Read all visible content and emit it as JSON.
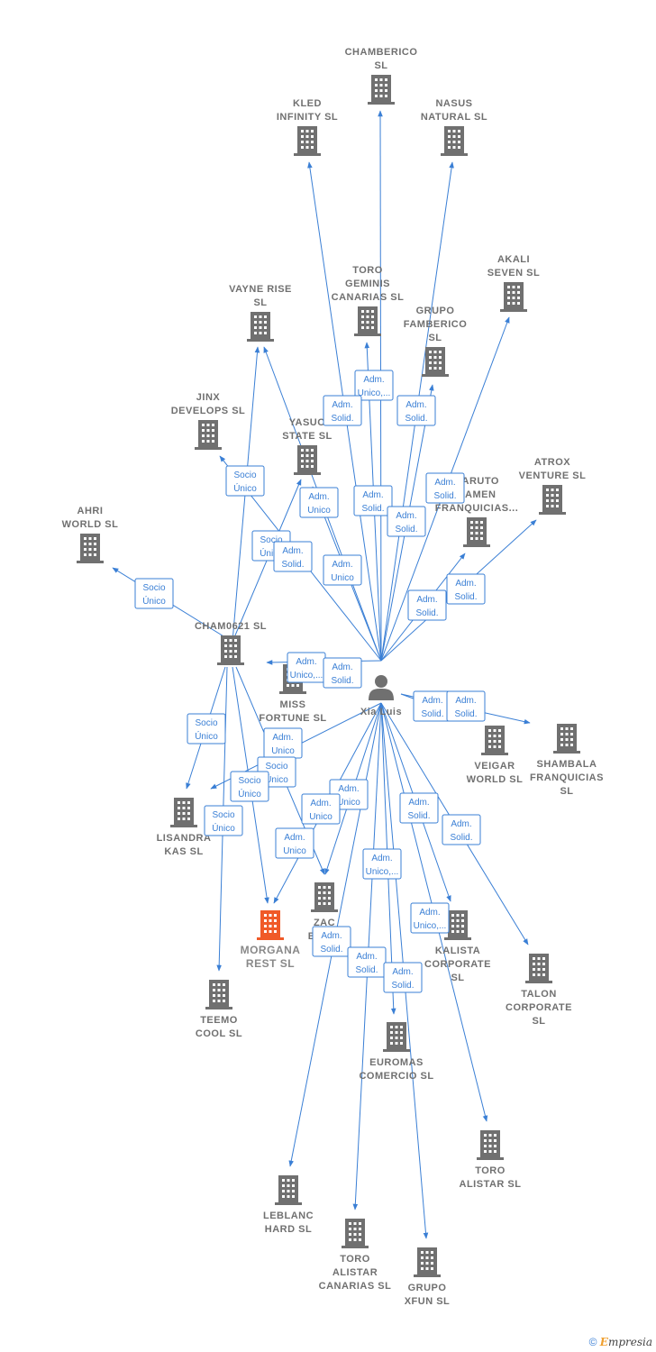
{
  "colors": {
    "edge": "#3a7fd5",
    "building": "#707070",
    "building_main": "#f05a28",
    "label": "#707070"
  },
  "nodes": [
    {
      "id": "chamberico",
      "label": [
        "CHAMBERICO",
        "SL"
      ],
      "type": "company"
    },
    {
      "id": "kled",
      "label": [
        "KLED",
        "INFINITY  SL"
      ],
      "type": "company"
    },
    {
      "id": "nasus",
      "label": [
        "NASUS",
        "NATURAL  SL"
      ],
      "type": "company"
    },
    {
      "id": "akali",
      "label": [
        "AKALI",
        "SEVEN  SL"
      ],
      "type": "company"
    },
    {
      "id": "toro_geminis",
      "label": [
        "TORO",
        "GEMINIS",
        "CANARIAS  SL"
      ],
      "type": "company"
    },
    {
      "id": "vayne",
      "label": [
        "VAYNE RISE",
        "SL"
      ],
      "type": "company"
    },
    {
      "id": "grupo_famberico",
      "label": [
        "GRUPO",
        "FAMBERICO",
        "SL"
      ],
      "type": "company"
    },
    {
      "id": "jinx",
      "label": [
        "JINX",
        "DEVELOPS  SL"
      ],
      "type": "company"
    },
    {
      "id": "yasuo",
      "label": [
        "YASUO",
        "STATE  SL"
      ],
      "type": "company"
    },
    {
      "id": "atrox",
      "label": [
        "ATROX",
        "VENTURE  SL"
      ],
      "type": "company"
    },
    {
      "id": "naruto",
      "label": [
        "NARUTO",
        "RAMEN",
        "FRANQUICIAS..."
      ],
      "type": "company"
    },
    {
      "id": "ahri",
      "label": [
        "AHRI",
        "WORLD  SL"
      ],
      "type": "company"
    },
    {
      "id": "cham0621",
      "label": [
        "CHAM0621  SL"
      ],
      "type": "company"
    },
    {
      "id": "miss",
      "label": [
        "MISS",
        "FORTUNE  SL"
      ],
      "type": "company"
    },
    {
      "id": "xia",
      "label": [
        "Xia Luis"
      ],
      "type": "person"
    },
    {
      "id": "veigar",
      "label": [
        "VEIGAR",
        "WORLD  SL"
      ],
      "type": "company"
    },
    {
      "id": "shambala",
      "label": [
        "SHAMBALA",
        "FRANQUICIAS",
        "SL"
      ],
      "type": "company"
    },
    {
      "id": "lisandra",
      "label": [
        "LISANDRA",
        "KAS  SL"
      ],
      "type": "company"
    },
    {
      "id": "zac",
      "label": [
        "ZAC",
        "BRO..."
      ],
      "type": "company"
    },
    {
      "id": "morgana",
      "label": [
        "MORGANA",
        "REST  SL"
      ],
      "type": "main"
    },
    {
      "id": "kalista",
      "label": [
        "KALISTA",
        "CORPORATE",
        "SL"
      ],
      "type": "company"
    },
    {
      "id": "talon",
      "label": [
        "TALON",
        "CORPORATE",
        "SL"
      ],
      "type": "company"
    },
    {
      "id": "teemo",
      "label": [
        "TEEMO",
        "COOL  SL"
      ],
      "type": "company"
    },
    {
      "id": "euromas",
      "label": [
        "EUROMAS",
        "COMERCIO  SL"
      ],
      "type": "company"
    },
    {
      "id": "toro_alistar",
      "label": [
        "TORO",
        "ALISTAR  SL"
      ],
      "type": "company"
    },
    {
      "id": "leblanc",
      "label": [
        "LEBLANC",
        "HARD  SL"
      ],
      "type": "company"
    },
    {
      "id": "toro_alistar_can",
      "label": [
        "TORO",
        "ALISTAR",
        "CANARIAS  SL"
      ],
      "type": "company"
    },
    {
      "id": "grupo_xfun",
      "label": [
        "GRUPO",
        "XFUN  SL"
      ],
      "type": "company"
    }
  ],
  "edge_labels": [
    [
      "Adm.",
      "Unico,..."
    ],
    [
      "Adm.",
      "Solid."
    ],
    [
      "Adm.",
      "Solid."
    ],
    [
      "Socio",
      "Único"
    ],
    [
      "Adm.",
      "Unico"
    ],
    [
      "Adm.",
      "Solid."
    ],
    [
      "Adm.",
      "Solid."
    ],
    [
      "Adm.",
      "Solid."
    ],
    [
      "Socio",
      "Único"
    ],
    [
      "Adm.",
      "Solid."
    ],
    [
      "Socio",
      "Único"
    ],
    [
      "Adm.",
      "Unico"
    ],
    [
      "Adm.",
      "Solid."
    ],
    [
      "Adm.",
      "Solid."
    ],
    [
      "Adm.",
      "Unico,..."
    ],
    [
      "Adm.",
      "Solid."
    ],
    [
      "Adm.",
      "Solid."
    ],
    [
      "Adm.",
      "Solid."
    ],
    [
      "Socio",
      "Único"
    ],
    [
      "Adm.",
      "Unico"
    ],
    [
      "Socio",
      "Único"
    ],
    [
      "Socio",
      "Único"
    ],
    [
      "Adm.",
      "Unico"
    ],
    [
      "Adm.",
      "Unico"
    ],
    [
      "Socio",
      "Único"
    ],
    [
      "Adm.",
      "Solid."
    ],
    [
      "Adm.",
      "Solid."
    ],
    [
      "Adm.",
      "Unico"
    ],
    [
      "Adm.",
      "Unico,..."
    ],
    [
      "Adm.",
      "Unico,..."
    ],
    [
      "Adm.",
      "Solid."
    ],
    [
      "Adm.",
      "Solid."
    ],
    [
      "Adm.",
      "Solid."
    ]
  ],
  "watermark": {
    "symbol": "©",
    "brand_first": "E",
    "brand_rest": "mpresia"
  }
}
